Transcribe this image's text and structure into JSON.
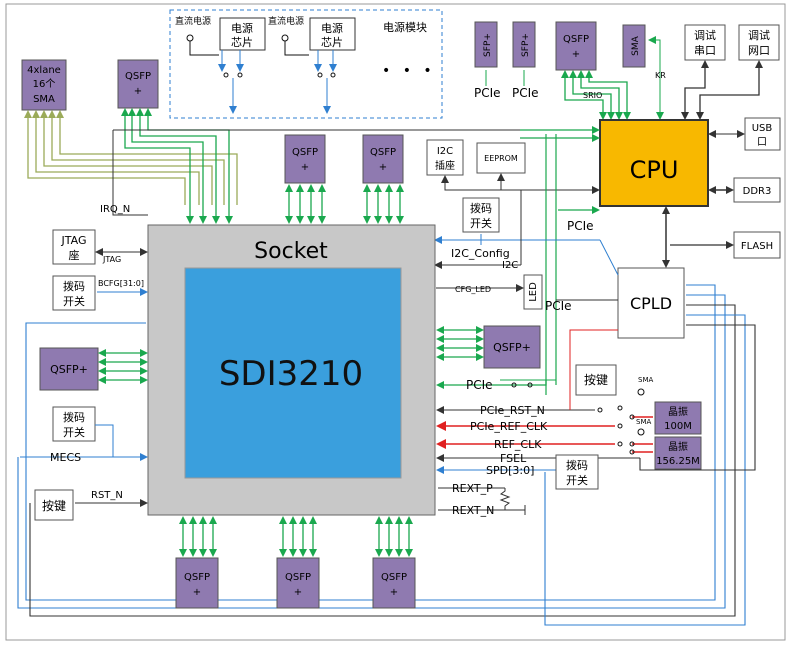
{
  "colors": {
    "qsfp": "#8f7ab0",
    "socket": "#c8c8c8",
    "chip": "#3a9fdd",
    "cpu": "#f8b800",
    "green": "#1aa84e",
    "olive": "#9bab59",
    "blue": "#2f7fd0",
    "red": "#e02020",
    "dark": "#333333"
  },
  "power": {
    "dc1": "直流电源",
    "chip1": [
      "电源",
      "芯片"
    ],
    "dc2": "直流电源",
    "chip2": [
      "电源",
      "芯片"
    ],
    "title": "电源模块",
    "ellipsis": "• • •"
  },
  "sma_block": [
    "4xlane",
    "16个",
    "SMA"
  ],
  "qsfp_plus": [
    "QSFP",
    "+"
  ],
  "qsfp_plus_inline": "QSFP+",
  "sfp_plus": "SFP+",
  "sma": "SMA",
  "debug_serial": [
    "调试",
    "串口"
  ],
  "debug_net": [
    "调试",
    "网口"
  ],
  "usb": [
    "USB",
    "口"
  ],
  "ddr3": "DDR3",
  "flash": "FLASH",
  "cpu": "CPU",
  "cpld": "CPLD",
  "i2c_socket": [
    "I2C",
    "插座"
  ],
  "eeprom": "EEPROM",
  "dip": [
    "拨码",
    "开关"
  ],
  "led": "LED",
  "socket": "Socket",
  "chip": "SDI3210",
  "jtag_seat": [
    "JTAG",
    "座"
  ],
  "button": "按键",
  "crystal100": [
    "晶振",
    "100M"
  ],
  "crystal156": [
    "晶振",
    "156.25M"
  ],
  "labels": {
    "pcie_top1": "PCIe",
    "pcie_top2": "PCIe",
    "srio": "SRIO",
    "kr": "KR",
    "irq": "IRQ_N",
    "jtag": "JTAG",
    "bcfg": "BCFG[31:0]",
    "mecs": "MECS",
    "rst_n": "RST_N",
    "pcie_cpu": "PCIe",
    "i2c_config": "I2C_Config",
    "i2c": "I2C",
    "cfg_led": "CFG_LED",
    "pcie_mid": "PCIe",
    "pcie_left": "PCIe",
    "pcie_rst": "PCIe_RST_N",
    "pcie_ref": "PCIe_REF_CLK",
    "ref_clk": "REF_CLK",
    "fsel": "FSEL",
    "spd": "SPD[3:0]",
    "rext_p": "REXT_P",
    "rext_n": "REXT_N",
    "sma_small1": "SMA",
    "sma_small2": "SMA"
  }
}
